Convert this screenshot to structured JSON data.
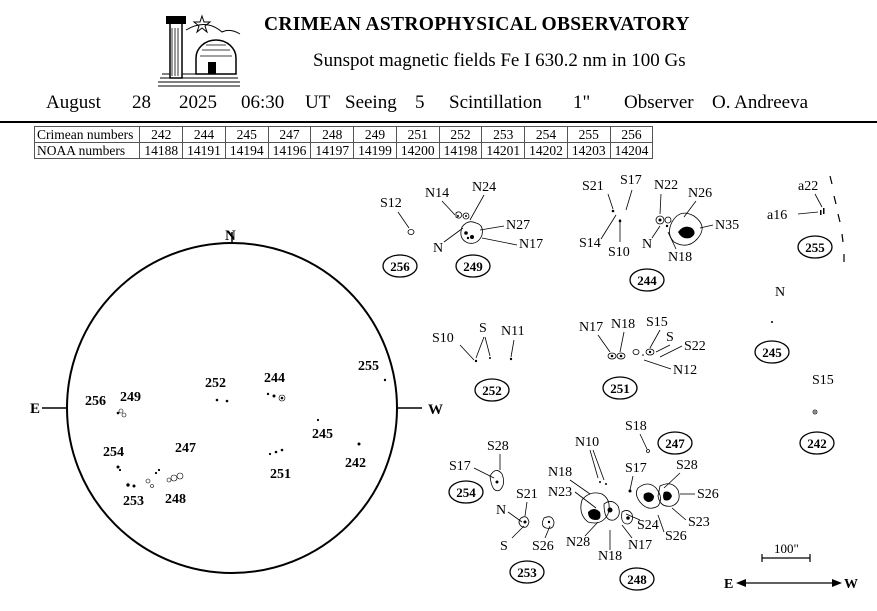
{
  "header": {
    "title": "CRIMEAN ASTROPHYSICAL OBSERVATORY",
    "subtitle": "Sunspot  magnetic  fields  Fe I 630.2 nm in 100 Gs",
    "month": "August",
    "day": "28",
    "year": "2025",
    "time": "06:30",
    "ut_label": "UT",
    "seeing_label": "Seeing",
    "seeing_value": "5",
    "scint_label": "Scintillation",
    "scint_value": "1\"",
    "observer_label": "Observer",
    "observer_name": "O. Andreeva"
  },
  "table": {
    "crimean_label": "Crimean numbers",
    "noaa_label": "NOAA numbers",
    "crimean": [
      "242",
      "244",
      "245",
      "247",
      "248",
      "249",
      "251",
      "252",
      "253",
      "254",
      "255",
      "256"
    ],
    "noaa": [
      "14188",
      "14191",
      "14194",
      "14196",
      "14197",
      "14199",
      "14200",
      "14198",
      "14201",
      "14202",
      "14203",
      "14204"
    ]
  },
  "disk": {
    "north": "N",
    "east": "E",
    "west": "W",
    "labels": [
      "256",
      "249",
      "252",
      "244",
      "255",
      "245",
      "242",
      "254",
      "247",
      "251",
      "253",
      "248"
    ]
  },
  "regions": {
    "r256": {
      "id": "256",
      "labels": [
        "S12"
      ]
    },
    "r249": {
      "id": "249",
      "labels": [
        "N14",
        "N24",
        "N27",
        "N",
        "N17"
      ]
    },
    "r244": {
      "id": "244",
      "labels": [
        "S21",
        "S17",
        "N22",
        "N26",
        "N35",
        "S14",
        "S10",
        "N",
        "N18"
      ]
    },
    "r255": {
      "id": "255",
      "labels": [
        "a22",
        "a16"
      ]
    },
    "r245": {
      "id": "245",
      "labels": [
        "N"
      ]
    },
    "r252": {
      "id": "252",
      "labels": [
        "S10",
        "S",
        "N11"
      ]
    },
    "r251": {
      "id": "251",
      "labels": [
        "N17",
        "N18",
        "S15",
        "S",
        "S22",
        "N12"
      ]
    },
    "r242": {
      "id": "242",
      "labels": [
        "S15"
      ]
    },
    "r247": {
      "id": "247",
      "labels": [
        "S18"
      ]
    },
    "r254": {
      "id": "254",
      "labels": [
        "S28",
        "S17"
      ]
    },
    "r253": {
      "id": "253",
      "labels": [
        "S21",
        "N",
        "S",
        "S26"
      ]
    },
    "r248": {
      "id": "248",
      "labels": [
        "N10",
        "N18",
        "N23",
        "S17",
        "S28",
        "S26",
        "S24",
        "S23",
        "S26",
        "N28",
        "N18",
        "N17"
      ]
    }
  },
  "scale": {
    "label": "100\""
  },
  "orientation": {
    "east": "E",
    "west": "W"
  }
}
